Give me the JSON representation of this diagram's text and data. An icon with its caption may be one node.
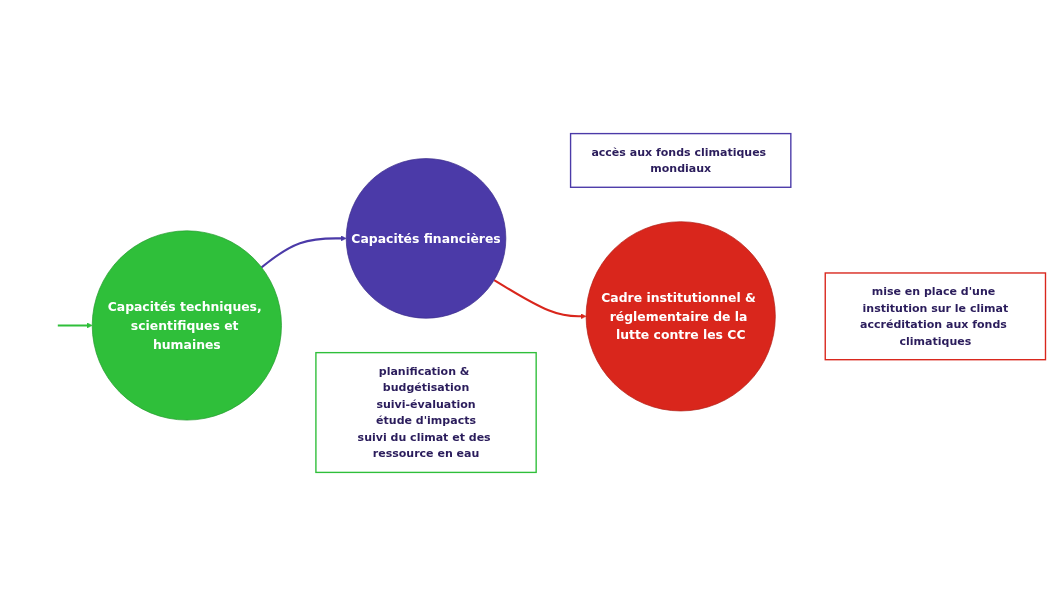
{
  "diagram": {
    "nodes": [
      {
        "text": [
          "Capacités financières"
        ]
      },
      {
        "text": [
          "accès aux fonds climatiques mondiaux"
        ]
      },
      {
        "text": [
          "Capacités techniques, scientifiques et humaines"
        ]
      },
      {
        "text": [
          "planification & budgétisation",
          "suivi-évaluation",
          "étude d'impacts",
          "suivi du climat et des ressource en eau"
        ]
      },
      {
        "text": [
          "Cadre institutionnel & réglementaire de la lutte contre les CC"
        ]
      },
      {
        "text": [
          "mise en place d'une institution sur le climat",
          "accréditation aux fonds climatiques"
        ]
      }
    ],
    "edges": [
      {
        "from": 2,
        "to": 0,
        "arrow": "to",
        "color": "#4b3aa8"
      },
      {
        "from": 0,
        "to": 4,
        "arrow": "to",
        "color": "#d9261c"
      },
      {
        "from": null,
        "to": 2,
        "arrow": "to",
        "color": "#2fbf3a"
      }
    ]
  }
}
